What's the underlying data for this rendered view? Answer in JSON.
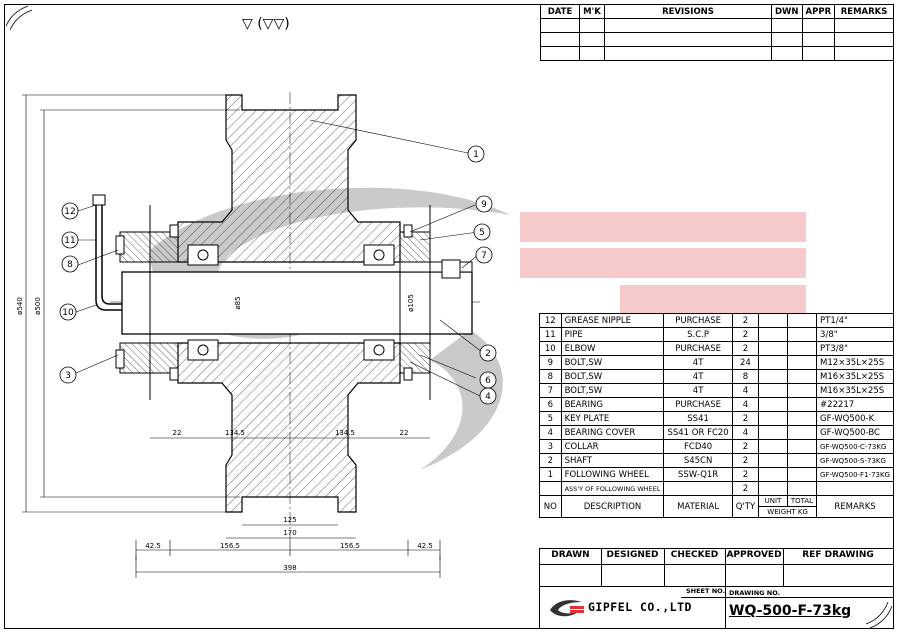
{
  "surface_symbol": "▽ (▽▽)",
  "revisions": {
    "headers": [
      "DATE",
      "M'K",
      "REVISIONS",
      "DWN",
      "APPR",
      "REMARKS"
    ]
  },
  "bom": {
    "rows": [
      {
        "no": "12",
        "description": "GREASE NIPPLE",
        "material": "PURCHASE",
        "qty": "2",
        "remarks": "PT1/4\""
      },
      {
        "no": "11",
        "description": "PIPE",
        "material": "S.C.P",
        "qty": "2",
        "remarks": "3/8\""
      },
      {
        "no": "10",
        "description": "ELBOW",
        "material": "PURCHASE",
        "qty": "2",
        "remarks": "PT3/8\""
      },
      {
        "no": "9",
        "description": "BOLT,SW",
        "material": "4T",
        "qty": "24",
        "remarks": "M12×35L×25S"
      },
      {
        "no": "8",
        "description": "BOLT,SW",
        "material": "4T",
        "qty": "8",
        "remarks": "M16×35L×25S"
      },
      {
        "no": "7",
        "description": "BOLT,SW",
        "material": "4T",
        "qty": "4",
        "remarks": "M16×35L×25S"
      },
      {
        "no": "6",
        "description": "BEARING",
        "material": "PURCHASE",
        "qty": "4",
        "remarks": "#22217"
      },
      {
        "no": "5",
        "description": "KEY PLATE",
        "material": "SS41",
        "qty": "2",
        "remarks": "GF-WQ500-K"
      },
      {
        "no": "4",
        "description": "BEARING COVER",
        "material": "SS41 OR FC20",
        "qty": "4",
        "remarks": "GF-WQ500-BC"
      },
      {
        "no": "3",
        "description": "COLLAR",
        "material": "FCD40",
        "qty": "2",
        "remarks": "GF-WQ500-C-73KG"
      },
      {
        "no": "2",
        "description": "SHAFT",
        "material": "S45CN",
        "qty": "2",
        "remarks": "GF-WQ500-S-73KG"
      },
      {
        "no": "1",
        "description": "FOLLOWING WHEEL",
        "material": "SSW-Q1R",
        "qty": "2",
        "remarks": "GF-WQ500-F1-73KG"
      },
      {
        "no": "",
        "description": "ASS'Y OF FOLLOWING WHEEL",
        "material": "",
        "qty": "2",
        "remarks": ""
      }
    ],
    "header": {
      "no": "NO",
      "description": "DESCRIPTION",
      "material": "MATERIAL",
      "qty": "Q'TY",
      "unit": "UNIT",
      "total": "TOTAL",
      "weight": "WEIGHT KG",
      "remarks": "REMARKS"
    }
  },
  "title_block": {
    "drawn": "DRAWN",
    "designed": "DESIGNED",
    "checked": "CHECKED",
    "approved": "APPROVED",
    "ref_drawing": "REF DRAWING",
    "sheet_no": "SHEET NO.",
    "drawing_no_label": "DRAWING NO.",
    "company": "GIPFEL CO.,LTD",
    "drawing_no": "WQ-500-F-73kg"
  },
  "dimensions": {
    "d540": "ø540",
    "d500": "ø500",
    "d85": "ø85",
    "d105": "ø105",
    "d22_left": "22",
    "d22_right": "22",
    "d134": "134.5",
    "d1345": "134.5",
    "d125": "125",
    "d170": "170",
    "d425_left": "42.5",
    "d1565_left": "156.5",
    "d1565_right": "156.5",
    "d425_right": "42.5",
    "d398": "398"
  },
  "balloons": [
    "1",
    "2",
    "3",
    "4",
    "5",
    "6",
    "7",
    "8",
    "9",
    "10",
    "11",
    "12"
  ],
  "colors": {
    "watermark_red": "#f2a7a7",
    "watermark_grey": "#b5b5b5"
  }
}
